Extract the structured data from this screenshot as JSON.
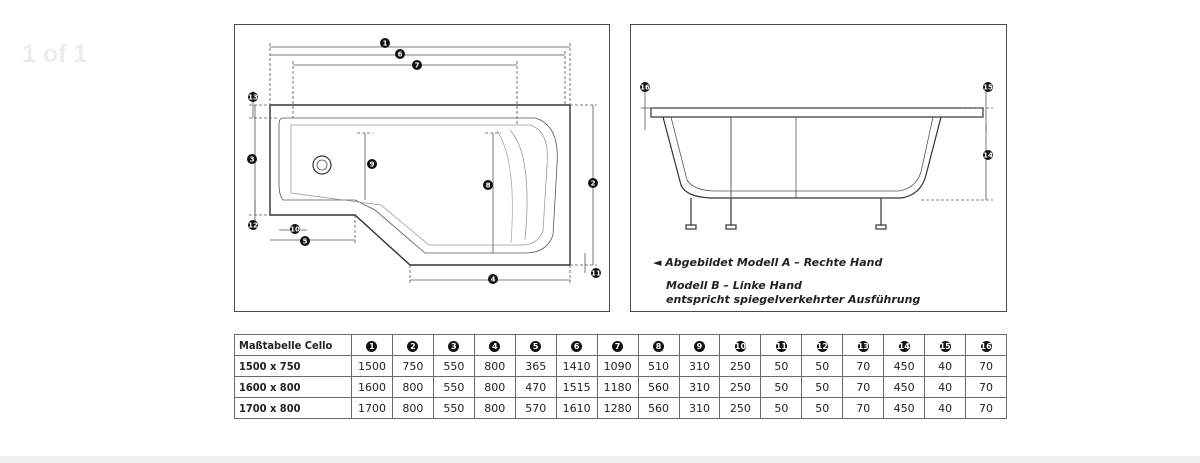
{
  "pager": {
    "label": "1 of 1"
  },
  "captions": {
    "line1": "◄ Abgebildet Modell A – Rechte Hand",
    "line2": "Modell B – Linke Hand",
    "line3": "entspricht spiegelverkehrter Ausführung"
  },
  "table": {
    "title": "Maßtabelle Cello",
    "columns": [
      "1",
      "2",
      "3",
      "4",
      "5",
      "6",
      "7",
      "8",
      "9",
      "10",
      "11",
      "12",
      "13",
      "14",
      "15",
      "16"
    ],
    "rows": [
      {
        "label": "1500 x 750",
        "values": [
          "1500",
          "750",
          "550",
          "800",
          "365",
          "1410",
          "1090",
          "510",
          "310",
          "250",
          "50",
          "50",
          "70",
          "450",
          "40",
          "70"
        ]
      },
      {
        "label": "1600 x 800",
        "values": [
          "1600",
          "800",
          "550",
          "800",
          "470",
          "1515",
          "1180",
          "560",
          "310",
          "250",
          "50",
          "50",
          "70",
          "450",
          "40",
          "70"
        ]
      },
      {
        "label": "1700 x 800",
        "values": [
          "1700",
          "800",
          "550",
          "800",
          "570",
          "1610",
          "1280",
          "560",
          "310",
          "250",
          "50",
          "50",
          "70",
          "450",
          "40",
          "70"
        ]
      }
    ]
  },
  "colors": {
    "line": "#4a4a4a",
    "badge": "#111111"
  }
}
